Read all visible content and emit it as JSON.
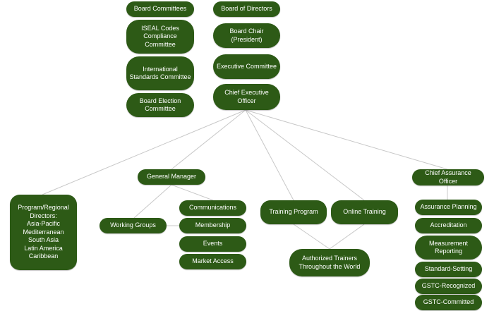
{
  "colors": {
    "node_fill": "#2d5a16",
    "connector": "#c8c8c8",
    "text": "#ffffff"
  },
  "nodes": {
    "board_committees": "Board Committees",
    "iseal": "ISEAL Codes\nCompliance\nCommittee",
    "isc": "International\nStandards Committee",
    "bec": "Board Election\nCommittee",
    "board_directors": "Board of Directors",
    "board_chair": "Board Chair\n(President)",
    "exec_committee": "Executive Committee",
    "ceo": "Chief Executive Officer",
    "regional": "Program/Regional\nDirectors:\nAsia-Pacific\nMediterranean\nSouth Asia\nLatin America\nCaribbean",
    "general_manager": "General Manager",
    "working_groups": "Working Groups",
    "communications": "Communications",
    "membership": "Membership",
    "events": "Events",
    "market_access": "Market Access",
    "training_program": "Training Program",
    "online_training": "Online Training",
    "authorized_trainers": "Authorized Trainers\nThroughout the World",
    "cao": "Chief Assurance Officer",
    "assurance_planning": "Assurance Planning",
    "accreditation": "Accreditation",
    "measurement_reporting": "Measurement\nReporting",
    "standard_setting": "Standard-Setting",
    "gstc_recognized": "GSTC-Recognized",
    "gstc_committed": "GSTC-Committed"
  }
}
